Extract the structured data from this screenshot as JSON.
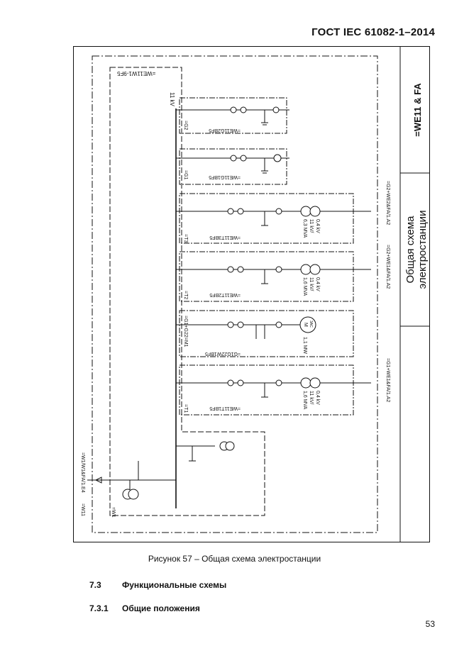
{
  "header": {
    "standard": "ГОСТ IEC 61082-1–2014"
  },
  "diagram": {
    "title_block": {
      "designation": "=WE11 & FA",
      "title_line1": "Общая схема",
      "title_line2": "электростанции"
    },
    "voltage_label": "11 kV",
    "top_block_label": "=WE11W1-9F5",
    "bays": [
      {
        "ref": "=G2",
        "block_label": "=WE11G2BF5"
      },
      {
        "ref": "=G1",
        "block_label": "=WE11G1BF5"
      },
      {
        "ref": "=T3",
        "block_label": "=WE11T3BF5",
        "rating": [
          "6,3 MVA",
          "11 kV/",
          "0,4 kV"
        ],
        "destination": "=G2+WE2&FA/1.A2"
      },
      {
        "ref": "=T2",
        "block_label": "=WE11T2BF5",
        "rating": [
          "1,6 MVA",
          "11 kV/",
          "0,4 kV"
        ],
        "destination": "=G2+WE1&FA/1.A2"
      },
      {
        "ref": "=G1+G22=M1",
        "block_label": "=G1G22W1BF5",
        "rating": [
          "1,1 MW"
        ],
        "motor_symbol": "M",
        "motor_sub": "3AC"
      },
      {
        "ref": "=T1",
        "block_label": "=WE11T1BF5",
        "rating": [
          "1,6 MVA",
          "11 kV/",
          "0,4 kV"
        ],
        "destination": "=G1+WE1&FA/1.A2"
      }
    ],
    "incoming": {
      "ref": "=W1",
      "destination": "=W1/W1&FA/1.E4",
      "left_label": "=W11"
    }
  },
  "caption": "Рисунок 57 – Общая схема электростанции",
  "sections": [
    {
      "number": "7.3",
      "title": "Функциональные схемы"
    },
    {
      "number": "7.3.1",
      "title": "Общие положения"
    }
  ],
  "page_number": "53"
}
